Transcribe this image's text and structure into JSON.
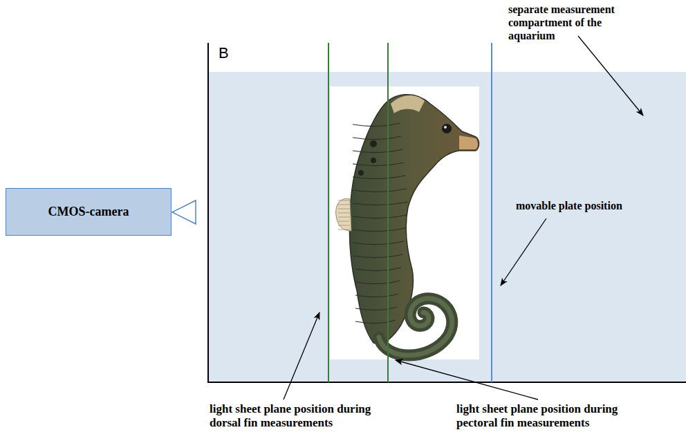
{
  "diagram": {
    "nodes": [
      {
        "text": [
          "CMOS-camera"
        ]
      }
    ],
    "labels": [
      "B",
      "separate measurement compartment of the aquarium",
      "movable plate position",
      "light sheet plane position during dorsal fin measurements",
      "light sheet plane position during pectoral fin measurements"
    ]
  }
}
